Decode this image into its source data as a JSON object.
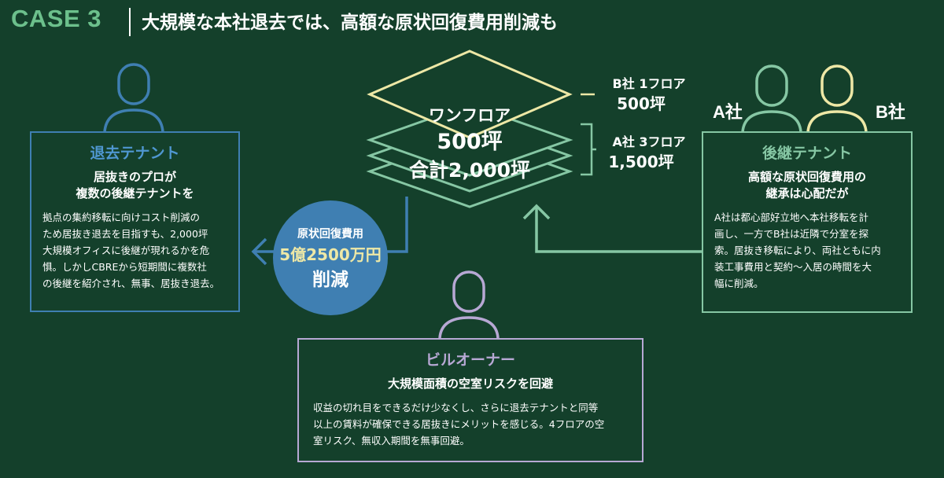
{
  "header": {
    "case_label": "CASE 3",
    "title": "大規模な本社退去では、高額な原状回復費用削減も"
  },
  "colors": {
    "background": "#14402b",
    "accent_green": "#6cc08c",
    "tenant_blue": "#3f7fb2",
    "successor_green": "#86c7a4",
    "b_company_yellow": "#eee8a6",
    "owner_purple": "#b7a8d4"
  },
  "exit_tenant": {
    "title": "退去テナント",
    "subtitle": [
      "居抜きのプロが",
      "複数の後継テナントを"
    ],
    "body": [
      "拠点の集約移転に向けコスト削減の",
      "ため居抜き退去を目指すも、2,000坪",
      "大規模オフィスに後継が現れるかを危",
      "惧。しかしCBREから短期間に複数社",
      "の後継を紹介され、無事、居抜き退去。"
    ],
    "icon": "person-icon"
  },
  "successor_tenant": {
    "title": "後継テナント",
    "subtitle": [
      "高額な原状回復費用の",
      "継承は心配だが"
    ],
    "body": [
      "A社は都心部好立地へ本社移転を計",
      "画し、一方でB社は近隣で分室を探",
      "索。居抜き移転により、両社ともに内",
      "装工事費用と契約～入居の時間を大",
      "幅に削減。"
    ],
    "company_a": "A社",
    "company_b": "B社"
  },
  "building_owner": {
    "title": "ビルオーナー",
    "subtitle": "大規模面積の空室リスクを回避",
    "body": [
      "収益の切れ目をできるだけ少なくし、さらに退去テナントと同等",
      "以上の賃料が確保できる居抜きにメリットを感じる。4フロアの空",
      "室リスク、無収入期間を無事回避。"
    ]
  },
  "floors": {
    "line1": "ワンフロア",
    "line2": "500坪",
    "line3": "合計2,000坪",
    "b_label_1": "B社 1フロア",
    "b_label_2": "500坪",
    "a_label_1": "A社 3フロア",
    "a_label_2": "1,500坪"
  },
  "savings": {
    "line1": "原状回復費用",
    "line2": "5億2500万円",
    "line3": "削減"
  }
}
